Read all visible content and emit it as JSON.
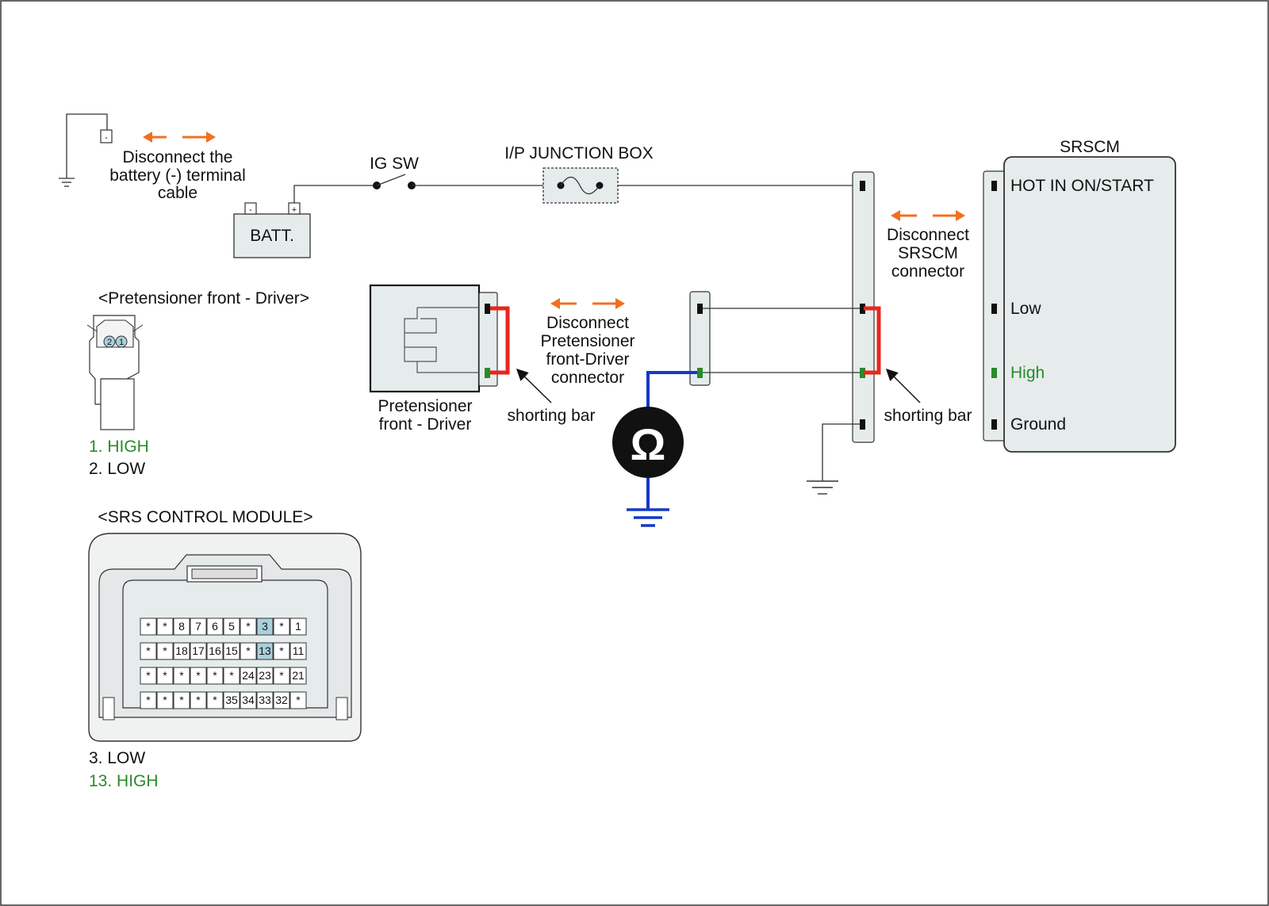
{
  "battery": {
    "instruction": [
      "Disconnect the",
      "battery (-) terminal",
      "cable"
    ],
    "neg_symbol": "-",
    "pos_symbol": "+",
    "label": "BATT."
  },
  "ig_switch_label": "IG SW",
  "junction_box_label": "I/P JUNCTION BOX",
  "srscm": {
    "title": "SRSCM",
    "instruction": [
      "Disconnect",
      "SRSCM",
      "connector"
    ],
    "pins": [
      "HOT IN ON/START",
      "Low",
      "High",
      "Ground"
    ],
    "shorting_bar_label": "shorting bar"
  },
  "pretensioner": {
    "instruction": [
      "Disconnect",
      "Pretensioner",
      "front-Driver",
      "connector"
    ],
    "component_label": [
      "Pretensioner",
      "front - Driver"
    ],
    "shorting_bar_label": "shorting bar"
  },
  "ohmmeter_symbol": "Ω",
  "pretensioner_connector": {
    "title": "<Pretensioner front - Driver>",
    "pin_numbers": [
      "2",
      "1"
    ],
    "pins": [
      "1. HIGH",
      "2. LOW"
    ]
  },
  "srs_module_connector": {
    "title": "<SRS CONTROL MODULE>",
    "grid": [
      [
        "*",
        "*",
        "8",
        "7",
        "6",
        "5",
        "*",
        "3",
        "*",
        "1"
      ],
      [
        "*",
        "*",
        "18",
        "17",
        "16",
        "15",
        "*",
        "13",
        "*",
        "11"
      ],
      [
        "*",
        "*",
        "*",
        "*",
        "*",
        "*",
        "24",
        "23",
        "*",
        "21"
      ],
      [
        "*",
        "*",
        "*",
        "*",
        "*",
        "35",
        "34",
        "33",
        "32",
        "*"
      ]
    ],
    "highlighted": [
      "3",
      "13"
    ],
    "pins": [
      "3. LOW",
      "13. HIGH"
    ]
  },
  "colors": {
    "arrow": "#f07020",
    "short_bar": "#e8261e",
    "meter_lead": "#1538c8",
    "high_green": "#2a8a2a",
    "connector_fill": "#e6ecec",
    "cavity_highlight": "#a9cfdc"
  }
}
